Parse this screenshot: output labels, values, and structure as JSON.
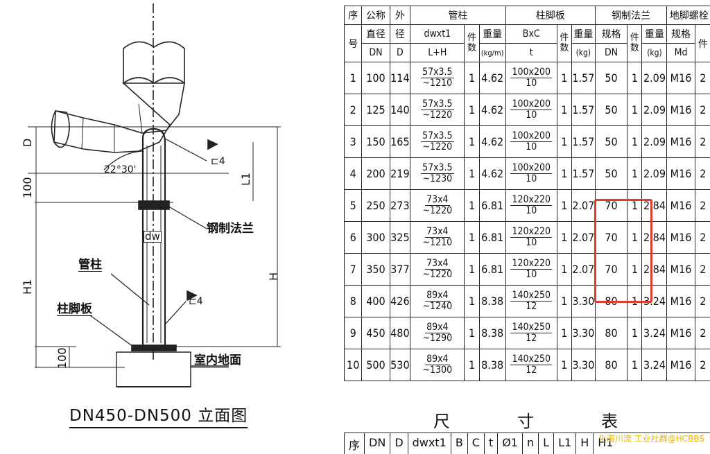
{
  "drawing": {
    "caption": "DN450-DN500 立面图",
    "angle_label": "22°30'",
    "labels": {
      "flange": "钢制法兰",
      "column": "管柱",
      "base_plate": "柱脚板",
      "floor": "室内地面",
      "dw": "dw",
      "weld_top": "4",
      "weld_bottom": "4",
      "dim_D": "D",
      "dim_100_top": "100",
      "dim_H1": "H1",
      "dim_100_bottom": "100",
      "dim_L1": "L1",
      "dim_H": "H"
    }
  },
  "table": {
    "groups": {
      "no": "序",
      "nominal": "公称",
      "outer": "外",
      "column": "管柱",
      "plate": "柱脚板",
      "flange": "钢制法兰",
      "bolt": "地脚螺栓"
    },
    "subheaders": {
      "no_bottom": "号",
      "nominal_top": "直径",
      "nominal_bottom": "DN",
      "outer_top": "径",
      "outer_bottom": "D",
      "col_dim_top": "dwxt1",
      "col_dim_bottom": "L+H",
      "col_qty": "件数",
      "col_weight_top": "重量",
      "col_weight_bottom": "(kg/m)",
      "plate_dim_top": "BxC",
      "plate_dim_bottom": "t",
      "plate_qty": "件数",
      "plate_weight_top": "重量",
      "plate_weight_bottom": "(kg)",
      "flange_spec_top": "规格",
      "flange_spec_bottom": "DN",
      "flange_qty": "件数",
      "flange_weight_top": "重量",
      "flange_weight_bottom": "(kg)",
      "bolt_spec_top": "规格",
      "bolt_spec_bottom": "Md",
      "bolt_qty": "件"
    },
    "rows": [
      {
        "no": "1",
        "dn": "100",
        "d": "114",
        "col_top": "57x3.5",
        "col_bottom": "~1210",
        "col_qty": "1",
        "col_w": "4.62",
        "plate_top": "100x200",
        "plate_bottom": "10",
        "plate_qty": "1",
        "plate_w": "1.57",
        "fl_spec": "50",
        "fl_qty": "1",
        "fl_w": "2.09",
        "bolt": "M16",
        "bolt_qty": "2"
      },
      {
        "no": "2",
        "dn": "125",
        "d": "140",
        "col_top": "57x3.5",
        "col_bottom": "~1220",
        "col_qty": "1",
        "col_w": "4.62",
        "plate_top": "100x200",
        "plate_bottom": "10",
        "plate_qty": "1",
        "plate_w": "1.57",
        "fl_spec": "50",
        "fl_qty": "1",
        "fl_w": "2.09",
        "bolt": "M16",
        "bolt_qty": "2"
      },
      {
        "no": "3",
        "dn": "150",
        "d": "165",
        "col_top": "57x3.5",
        "col_bottom": "~1220",
        "col_qty": "1",
        "col_w": "4.62",
        "plate_top": "100x200",
        "plate_bottom": "10",
        "plate_qty": "1",
        "plate_w": "1.57",
        "fl_spec": "50",
        "fl_qty": "1",
        "fl_w": "2.09",
        "bolt": "M16",
        "bolt_qty": "2"
      },
      {
        "no": "4",
        "dn": "200",
        "d": "219",
        "col_top": "57x3.5",
        "col_bottom": "~1230",
        "col_qty": "1",
        "col_w": "4.62",
        "plate_top": "100x200",
        "plate_bottom": "10",
        "plate_qty": "1",
        "plate_w": "1.57",
        "fl_spec": "50",
        "fl_qty": "1",
        "fl_w": "2.09",
        "bolt": "M16",
        "bolt_qty": "2"
      },
      {
        "no": "5",
        "dn": "250",
        "d": "273",
        "col_top": "73x4",
        "col_bottom": "~1220",
        "col_qty": "1",
        "col_w": "6.81",
        "plate_top": "120x220",
        "plate_bottom": "10",
        "plate_qty": "1",
        "plate_w": "2.07",
        "fl_spec": "70",
        "fl_qty": "1",
        "fl_w": "2.84",
        "bolt": "M16",
        "bolt_qty": "2"
      },
      {
        "no": "6",
        "dn": "300",
        "d": "325",
        "col_top": "73x4",
        "col_bottom": "~1210",
        "col_qty": "1",
        "col_w": "6.81",
        "plate_top": "120x220",
        "plate_bottom": "10",
        "plate_qty": "1",
        "plate_w": "2.07",
        "fl_spec": "70",
        "fl_qty": "1",
        "fl_w": "2.84",
        "bolt": "M16",
        "bolt_qty": "2"
      },
      {
        "no": "7",
        "dn": "350",
        "d": "377",
        "col_top": "73x4",
        "col_bottom": "~1220",
        "col_qty": "1",
        "col_w": "6.81",
        "plate_top": "120x220",
        "plate_bottom": "10",
        "plate_qty": "1",
        "plate_w": "2.07",
        "fl_spec": "70",
        "fl_qty": "1",
        "fl_w": "2.84",
        "bolt": "M16",
        "bolt_qty": "2"
      },
      {
        "no": "8",
        "dn": "400",
        "d": "426",
        "col_top": "89x4",
        "col_bottom": "~1240",
        "col_qty": "1",
        "col_w": "8.38",
        "plate_top": "140x250",
        "plate_bottom": "12",
        "plate_qty": "1",
        "plate_w": "3.30",
        "fl_spec": "80",
        "fl_qty": "1",
        "fl_w": "3.24",
        "bolt": "M16",
        "bolt_qty": "2"
      },
      {
        "no": "9",
        "dn": "450",
        "d": "480",
        "col_top": "89x4",
        "col_bottom": "~1290",
        "col_qty": "1",
        "col_w": "8.38",
        "plate_top": "140x250",
        "plate_bottom": "12",
        "plate_qty": "1",
        "plate_w": "3.30",
        "fl_spec": "80",
        "fl_qty": "1",
        "fl_w": "3.24",
        "bolt": "M16",
        "bolt_qty": "2"
      },
      {
        "no": "10",
        "dn": "500",
        "d": "530",
        "col_top": "89x4",
        "col_bottom": "~1300",
        "col_qty": "1",
        "col_w": "8.38",
        "plate_top": "140x250",
        "plate_bottom": "12",
        "plate_qty": "1",
        "plate_w": "3.30",
        "fl_spec": "80",
        "fl_qty": "1",
        "fl_w": "3.24",
        "bolt": "M16",
        "bolt_qty": "2"
      }
    ]
  },
  "sizes_table": {
    "title_chars": [
      "尺",
      "寸",
      "表"
    ],
    "headers": [
      "序",
      "DN",
      "D",
      "dwxt1",
      "B",
      "C",
      "t",
      "Ø1",
      "n",
      "L",
      "L1",
      "H",
      "H1"
    ]
  },
  "highlight": {
    "color": "#e23b2c"
  },
  "watermark": "化海川流 工业社群@HCBBS"
}
